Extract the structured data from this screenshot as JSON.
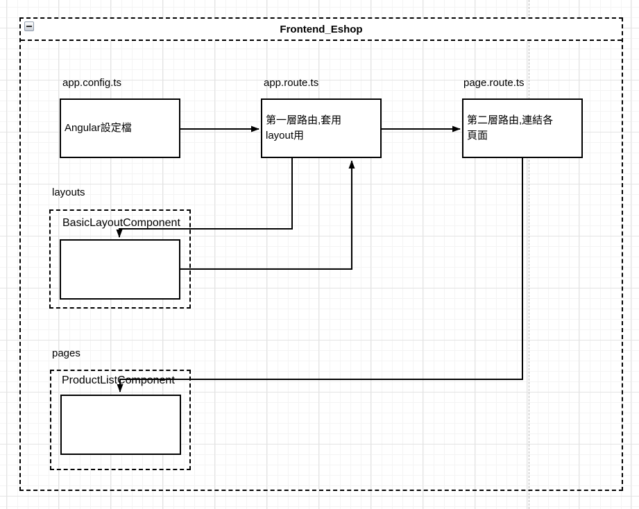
{
  "canvas": {
    "title": "Frontend_Eshop"
  },
  "nodes": {
    "app_config": {
      "label": "app.config.ts",
      "text": "Angular設定檔"
    },
    "app_route": {
      "label": "app.route.ts",
      "line1": "第一層路由,套用",
      "line2": "layout用"
    },
    "page_route": {
      "label": "page.route.ts",
      "line1": "第二層路由,連結各",
      "line2": "頁面"
    },
    "layouts": {
      "label": "layouts",
      "component": "BasicLayoutComponent"
    },
    "pages": {
      "label": "pages",
      "component": "ProductListComponent"
    }
  },
  "edges": [
    {
      "from": "app.config.ts",
      "to": "app.route.ts"
    },
    {
      "from": "app.route.ts",
      "to": "page.route.ts"
    },
    {
      "from": "app.route.ts",
      "to": "BasicLayoutComponent"
    },
    {
      "from": "BasicLayoutComponent",
      "to": "app.route.ts"
    },
    {
      "from": "page.route.ts",
      "to": "ProductListComponent"
    }
  ],
  "icons": {
    "collapse": "minus-icon"
  },
  "colors": {
    "stroke": "#000000",
    "shape_fill": "#ffffff",
    "grid_minor": "#f4f4f4",
    "grid_major": "#e3e3e3",
    "page_guide": "#b6b6b6",
    "collapse_button_border": "#8f9bab"
  }
}
